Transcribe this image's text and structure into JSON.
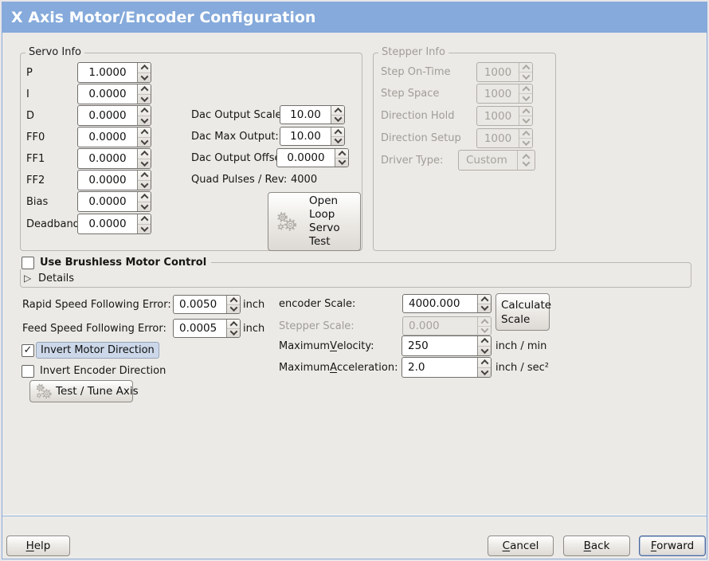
{
  "window": {
    "title": "X Axis Motor/Encoder Configuration"
  },
  "colors": {
    "titlebar": "#85aadb",
    "window_bg": "#eceae7",
    "focus_highlight": "#ccd8e9",
    "frame_border": "#bab7b2"
  },
  "icons": {
    "check": "✓",
    "expander": "▷"
  },
  "servo_info": {
    "title": "Servo Info",
    "params": [
      {
        "label": "P",
        "value": "1.0000"
      },
      {
        "label": "I",
        "value": "0.0000"
      },
      {
        "label": "D",
        "value": "0.0000"
      },
      {
        "label": "FF0",
        "value": "0.0000"
      },
      {
        "label": "FF1",
        "value": "0.0000"
      },
      {
        "label": "FF2",
        "value": "0.0000"
      },
      {
        "label": "Bias",
        "value": "0.0000"
      },
      {
        "label": "Deadband",
        "value": "0.0000"
      }
    ],
    "dac": [
      {
        "label": "Dac Output Scale:",
        "value": "10.00"
      },
      {
        "label": "Dac Max Output:",
        "value": "10.00"
      },
      {
        "label": "Dac Output Offset:",
        "value": "0.0000"
      }
    ],
    "quad_pulses_label": "Quad Pulses / Rev:",
    "quad_pulses_value": "4000",
    "open_loop_button_lines": [
      "Open",
      "Loop",
      "Servo",
      "Test"
    ]
  },
  "stepper_info": {
    "title": "Stepper Info",
    "params": [
      {
        "label": "Step On-Time",
        "value": "1000"
      },
      {
        "label": "Step Space",
        "value": "1000"
      },
      {
        "label": "Direction Hold",
        "value": "1000"
      },
      {
        "label": "Direction Setup",
        "value": "1000"
      }
    ],
    "driver_type_label": "Driver Type:",
    "driver_type_value": "Custom"
  },
  "brushless": {
    "checkbox_label": "Use Brushless Motor Control",
    "details_label": "Details"
  },
  "following_error": {
    "rapid_label": "Rapid Speed Following Error:",
    "rapid_value": "0.0050",
    "rapid_unit": "inch",
    "feed_label": "Feed Speed Following Error:",
    "feed_value": "0.0005",
    "feed_unit": "inch"
  },
  "scale": {
    "encoder_label": "encoder Scale:",
    "encoder_value": "4000.000",
    "calculate_button_lines": [
      "Calculate",
      "Scale"
    ],
    "stepper_label": "Stepper Scale:",
    "stepper_value": "0.000",
    "max_velocity": {
      "pre": "Maximum ",
      "m": "V",
      "post": "elocity:",
      "value": "250",
      "unit": "inch / min"
    },
    "max_acceleration": {
      "pre": "Maximum ",
      "m": "A",
      "post": "cceleration:",
      "value": "2.0",
      "unit": "inch / sec²"
    }
  },
  "direction": {
    "invert_motor_label": "Invert Motor Direction",
    "invert_encoder_label": "Invert Encoder Direction",
    "test_tune_button": "Test / Tune Axis"
  },
  "actions": {
    "help": {
      "m": "H",
      "post": "elp"
    },
    "cancel": {
      "m": "C",
      "post": "ancel"
    },
    "back": {
      "m": "B",
      "post": "ack"
    },
    "forward": {
      "m": "F",
      "post": "orward"
    }
  }
}
